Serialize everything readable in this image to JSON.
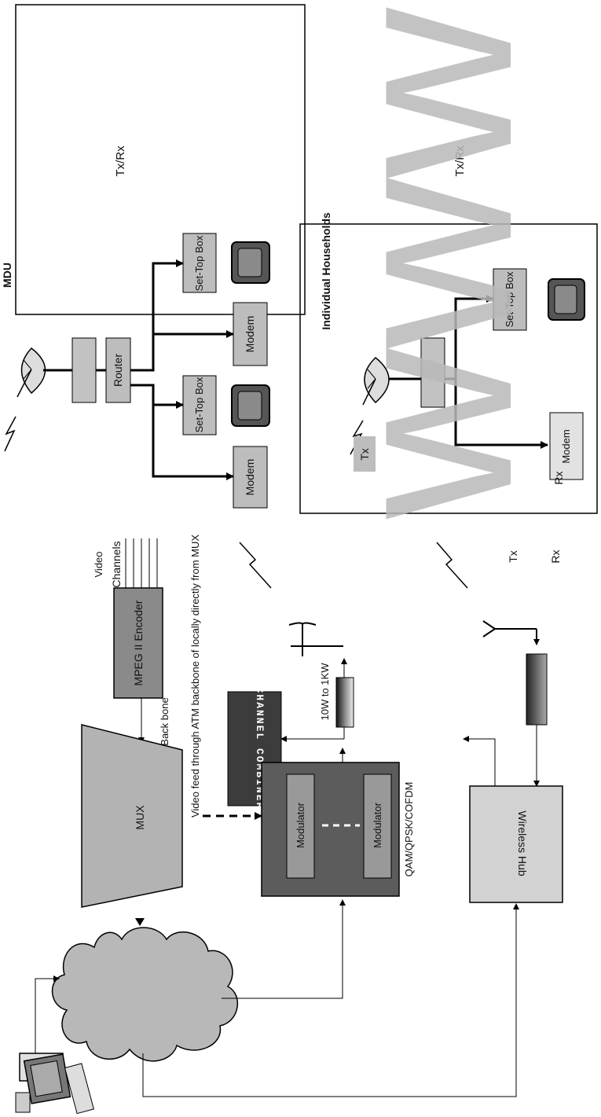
{
  "labels": {
    "mdu_txrx": "Tx/Rx",
    "mdu": "MDU",
    "outer_txrx": "Tx/Rx",
    "set_top_box_1": "Set-Top Box",
    "set_top_box_2": "Set-Top Box",
    "set_top_box_3": "Set-Top Box",
    "router": "Router",
    "modem_1": "Modem",
    "modem_2": "Modem",
    "modem_3": "Modem",
    "households": "Individual Households",
    "tx_house": "Tx",
    "rx_house": "Rx",
    "video": "Video",
    "channels": "Channels",
    "encoder": "MPEG II Encoder",
    "video_feed": "Video feed through ATM backbone of locally directly from MUX",
    "backbone": "Back bone",
    "mux": "MUX",
    "channel_combiner": "CHANNEL COMBINER",
    "power": "10W to 1KW",
    "modulator_1": "Modulator",
    "modulator_2": "Modulator",
    "modulation": "QAM/QPSK/COFDM",
    "wireless_hub": "Wireless Hub",
    "tx": "Tx",
    "rx": "Rx"
  },
  "watermark": "www.bini",
  "colors": {
    "box_fill": "#bdbdbd",
    "dark_box": "#5c5c5c",
    "combiner": "#3c3c3c",
    "hub": "#d2d2d2",
    "watermark": "#b9b9b9"
  }
}
